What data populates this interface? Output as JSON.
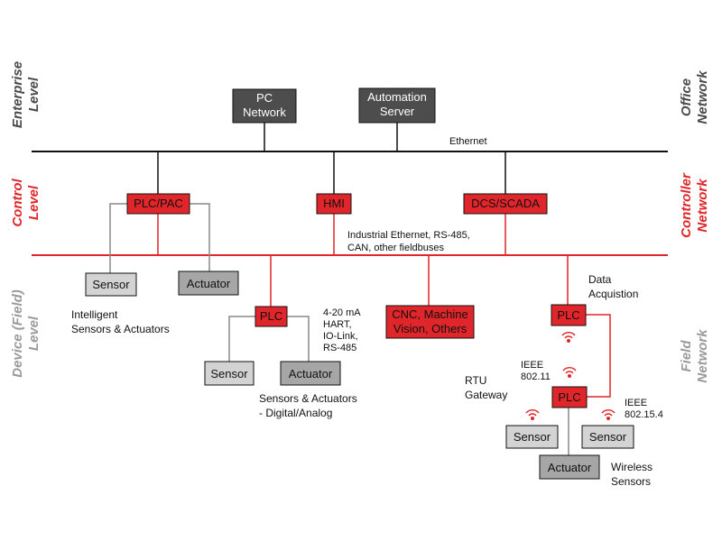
{
  "colors": {
    "red": "#e0262a",
    "dark_box": "#4d4d4d",
    "light_box": "#d3d3d3",
    "mid_box": "#a6a6a6",
    "line": "#111111",
    "grey_text": "#9a9a9a",
    "dark_text": "#4a4a4a"
  },
  "side_labels": {
    "enterprise": "Enterprise Level",
    "control": "Control Level",
    "device": "Device (Field) Level",
    "office": "Office Network",
    "controller": "Controller Network",
    "field": "Field Network"
  },
  "nodes": {
    "pc_network": "PC Network",
    "automation_server": "Automation Server",
    "plc_pac": "PLC/PAC",
    "hmi": "HMI",
    "dcs_scada": "DCS/SCADA",
    "sensor_1": "Sensor",
    "actuator_1": "Actuator",
    "plc_mid": "PLC",
    "sensor_2": "Sensor",
    "actuator_2": "Actuator",
    "cnc": "CNC, Machine Vision, Others",
    "plc_right": "PLC",
    "plc_gateway": "PLC",
    "sensor_3": "Sensor",
    "sensor_4": "Sensor",
    "actuator_3": "Actuator"
  },
  "labels": {
    "ethernet": "Ethernet",
    "industrial_ethernet": "Industrial Ethernet, RS-485, CAN, other fieldbuses",
    "intelligent": "Intelligent Sensors & Actuators",
    "io_protocols": "4-20 mA HART, IO-Link, RS-485",
    "sensors_digital": "Sensors & Actuators - Digital/Analog",
    "data_acquisition": "Data Acquistion",
    "ieee_80211": "IEEE 802.11",
    "rtu_gateway": "RTU Gateway",
    "ieee_802154": "IEEE 802.15.4",
    "wireless_sensors": "Wireless Sensors"
  },
  "icons": {
    "wifi": "wifi-signal-icon"
  }
}
